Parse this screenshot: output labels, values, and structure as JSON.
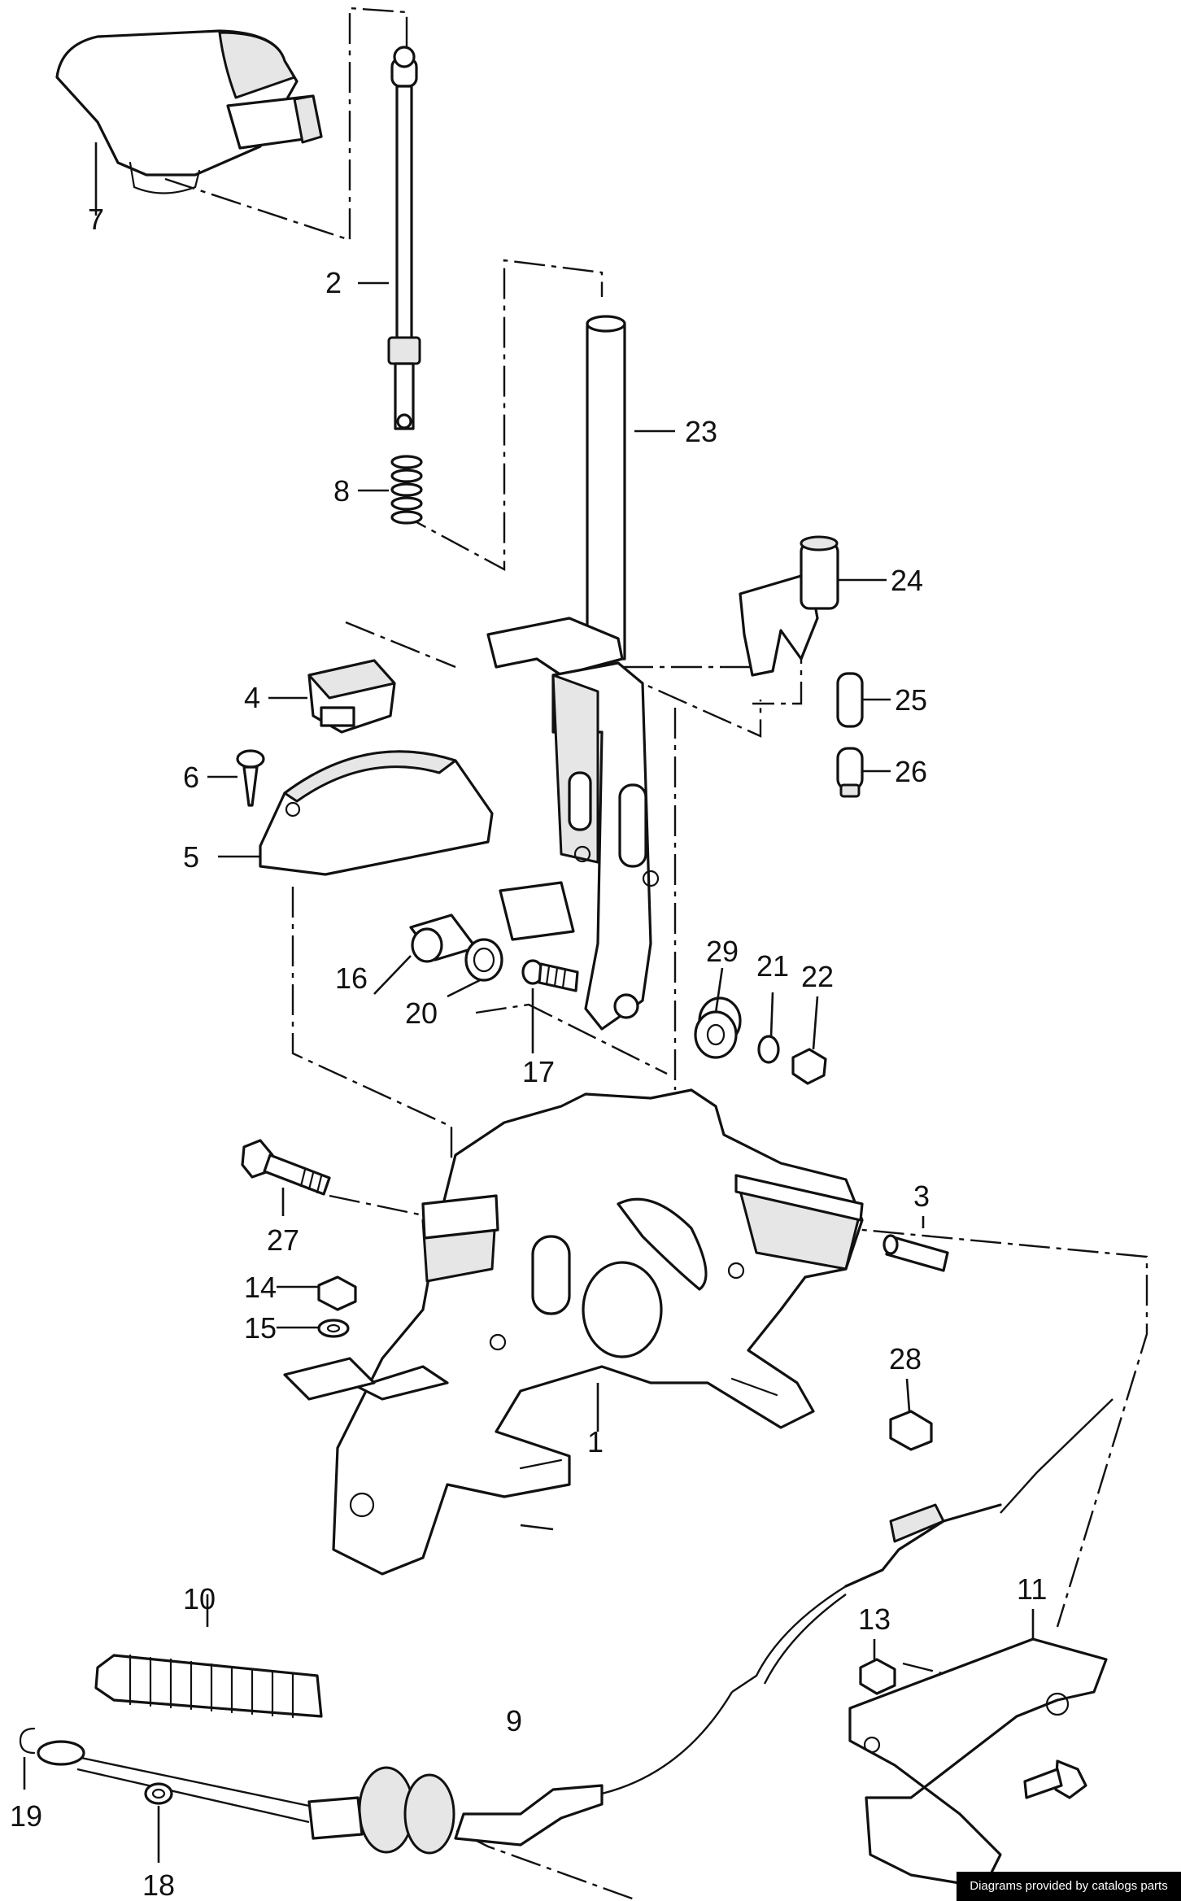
{
  "credit_text": "Diagrams provided by catalogs parts",
  "callouts": {
    "c1": "1",
    "c2": "2",
    "c3": "3",
    "c4": "4",
    "c5": "5",
    "c6": "6",
    "c7": "7",
    "c8": "8",
    "c9": "9",
    "c10": "10",
    "c11": "11",
    "c13": "13",
    "c14": "14",
    "c15": "15",
    "c16": "16",
    "c17": "17",
    "c18": "18",
    "c19": "19",
    "c20": "20",
    "c21": "21",
    "c22": "22",
    "c23": "23",
    "c24": "24",
    "c25": "25",
    "c26": "26",
    "c27": "27",
    "c28": "28",
    "c29": "29"
  }
}
